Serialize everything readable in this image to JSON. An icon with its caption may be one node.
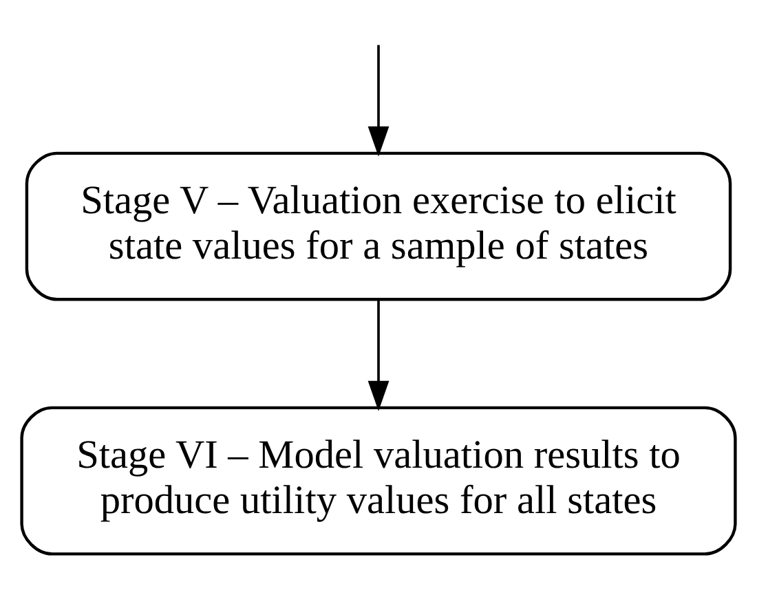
{
  "diagram": {
    "nodes": [
      {
        "text": [
          "Stage V – Valuation exercise to elicit state values for a sample of states"
        ]
      },
      {
        "text": [
          "Stage VI – Model valuation results to produce utility values for all states"
        ]
      }
    ],
    "edges": [
      {
        "from": null,
        "to": 0,
        "arrow": "to"
      },
      {
        "from": 0,
        "to": 1,
        "arrow": "to"
      }
    ]
  }
}
